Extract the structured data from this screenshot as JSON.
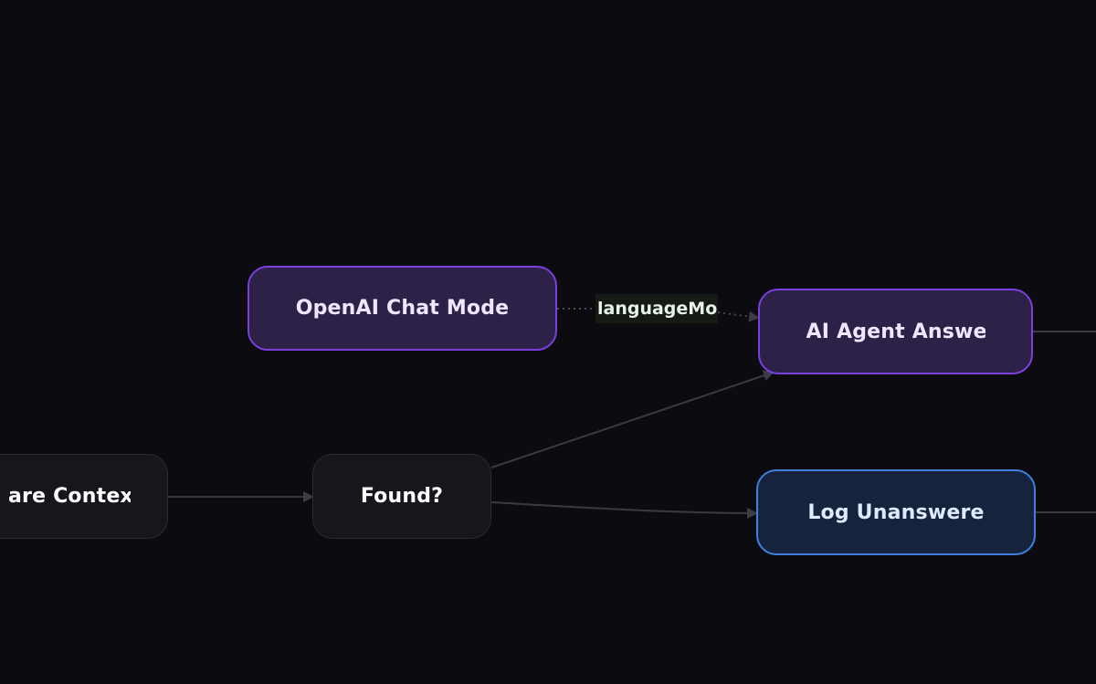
{
  "workflow": {
    "nodes": [
      {
        "id": "prepare-context",
        "label": "are Contex"
      },
      {
        "id": "found",
        "label": "Found?"
      },
      {
        "id": "openai-chat-model",
        "label": "OpenAI Chat Mode"
      },
      {
        "id": "ai-agent-answer",
        "label": "AI Agent Answe"
      },
      {
        "id": "log-unanswered",
        "label": "Log Unanswere"
      }
    ],
    "edge_labels": {
      "language_model": "languageMoc"
    }
  },
  "colors": {
    "background": "#0b0b10",
    "ai_node_fill": "#2e2148",
    "ai_node_border": "#7b3fe0",
    "log_node_fill": "#15233d",
    "log_node_border": "#3f7fe0",
    "default_node_fill": "#16161c",
    "edge": "#3a3a44"
  }
}
